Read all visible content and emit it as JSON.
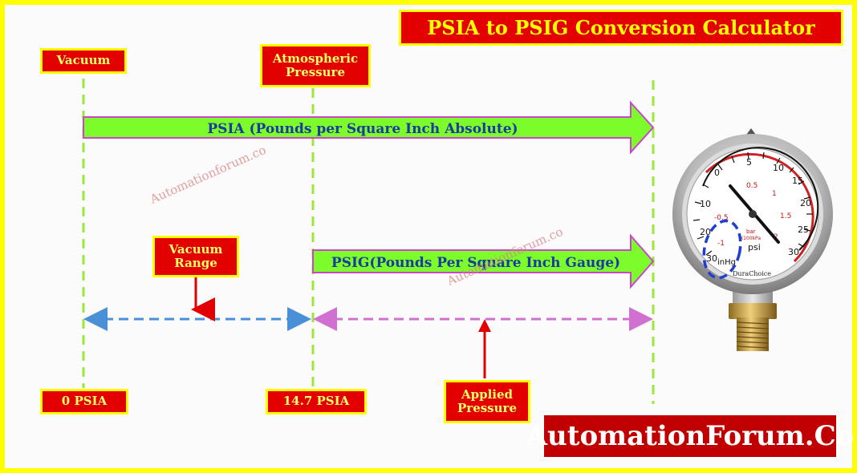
{
  "title": "PSIA to PSIG Conversion Calculator",
  "labels": {
    "vacuum": "Vacuum",
    "atmospheric": "Atmospheric Pressure",
    "vacuum_range": "Vacuum Range",
    "zero_psia": "0 PSIA",
    "atm_psia": "14.7 PSIA",
    "applied_pressure": "Applied Pressure"
  },
  "arrows": {
    "psia": "PSIA (Pounds per Square Inch Absolute)",
    "psig": "PSIG(Pounds Per Square Inch Gauge)"
  },
  "watermark": "Automationforum.co",
  "brand": "AutomationForum.Co",
  "gauge": {
    "unit_psi": "psi",
    "unit_bar": "bar",
    "unit_bar_sub": "X100kPa",
    "unit_vac": "inHg",
    "maker": "DuraChoice",
    "psi_ticks": [
      "0",
      "5",
      "10",
      "15",
      "20",
      "25",
      "30"
    ],
    "bar_ticks": [
      "0.5",
      "1",
      "1.5",
      "2"
    ],
    "vac_ticks": [
      "10",
      "20",
      "30"
    ],
    "vac_bar_ticks": [
      "-0.5",
      "-1"
    ]
  },
  "colors": {
    "label_bg": "#e30000",
    "label_text": "#ffff66",
    "border": "#ffff00",
    "arrow_fill": "#7cfc2a",
    "arrow_stroke": "#cc44cc",
    "guide": "#9be83a",
    "vacuum_range_line": "#4a90d9",
    "applied_line": "#d070d0"
  }
}
